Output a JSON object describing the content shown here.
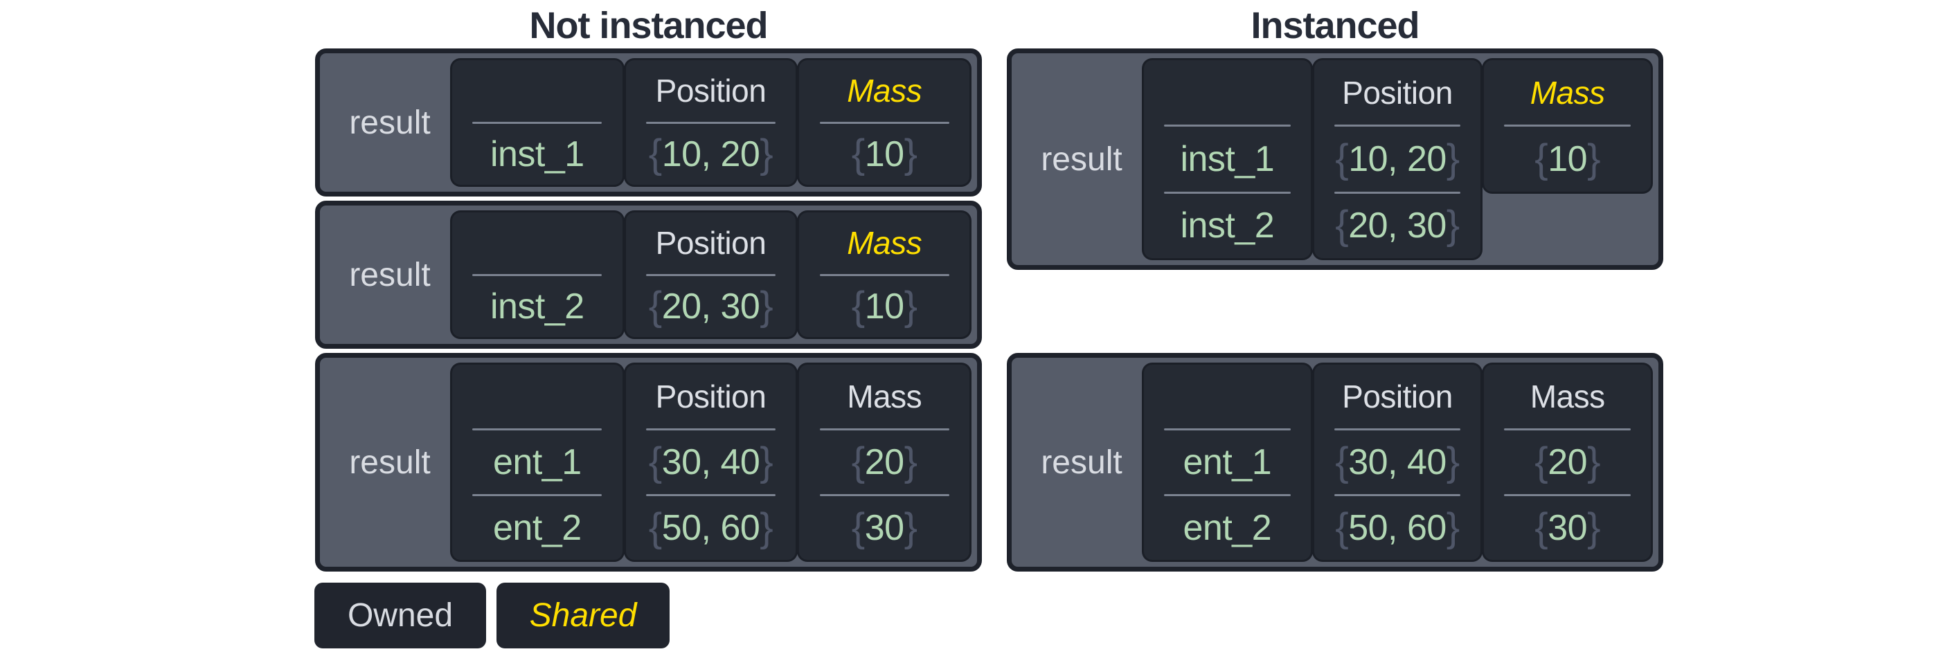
{
  "titles": {
    "left": "Not instanced",
    "right": "Instanced"
  },
  "legend": {
    "owned": "Owned",
    "shared": "Shared"
  },
  "colors": {
    "shared_accent": "#ffdf00",
    "value_green": "#b2d7b4",
    "box_fill": "#565c69",
    "cell_fill": "#252a33",
    "box_border": "#1e222b",
    "divider": "#7b8290",
    "text_light": "#dde0e6",
    "title_dark": "#272c38",
    "brace": "#4f5668"
  },
  "boxes": [
    {
      "id": "ni-1",
      "group": "not-instanced",
      "label": "result",
      "columns": [
        {
          "header": "",
          "shared": false,
          "values": [
            "inst_1"
          ]
        },
        {
          "header": "Position",
          "shared": false,
          "values": [
            "{10, 20}"
          ]
        },
        {
          "header": "Mass",
          "shared": true,
          "values": [
            "{10}"
          ]
        }
      ]
    },
    {
      "id": "ni-2",
      "group": "not-instanced",
      "label": "result",
      "columns": [
        {
          "header": "",
          "shared": false,
          "values": [
            "inst_2"
          ]
        },
        {
          "header": "Position",
          "shared": false,
          "values": [
            "{20, 30}"
          ]
        },
        {
          "header": "Mass",
          "shared": true,
          "values": [
            "{10}"
          ]
        }
      ]
    },
    {
      "id": "ni-3",
      "group": "not-instanced",
      "label": "result",
      "columns": [
        {
          "header": "",
          "shared": false,
          "values": [
            "ent_1",
            "ent_2"
          ]
        },
        {
          "header": "Position",
          "shared": false,
          "values": [
            "{30, 40}",
            "{50, 60}"
          ]
        },
        {
          "header": "Mass",
          "shared": false,
          "values": [
            "{20}",
            "{30}"
          ]
        }
      ]
    },
    {
      "id": "i-1",
      "group": "instanced",
      "label": "result",
      "columns": [
        {
          "header": "",
          "shared": false,
          "values": [
            "inst_1",
            "inst_2"
          ]
        },
        {
          "header": "Position",
          "shared": false,
          "values": [
            "{10, 20}",
            "{20, 30}"
          ]
        },
        {
          "header": "Mass",
          "shared": true,
          "short": true,
          "values": [
            "{10}"
          ]
        }
      ]
    },
    {
      "id": "i-2",
      "group": "instanced",
      "label": "result",
      "columns": [
        {
          "header": "",
          "shared": false,
          "values": [
            "ent_1",
            "ent_2"
          ]
        },
        {
          "header": "Position",
          "shared": false,
          "values": [
            "{30, 40}",
            "{50, 60}"
          ]
        },
        {
          "header": "Mass",
          "shared": false,
          "values": [
            "{20}",
            "{30}"
          ]
        }
      ]
    }
  ]
}
